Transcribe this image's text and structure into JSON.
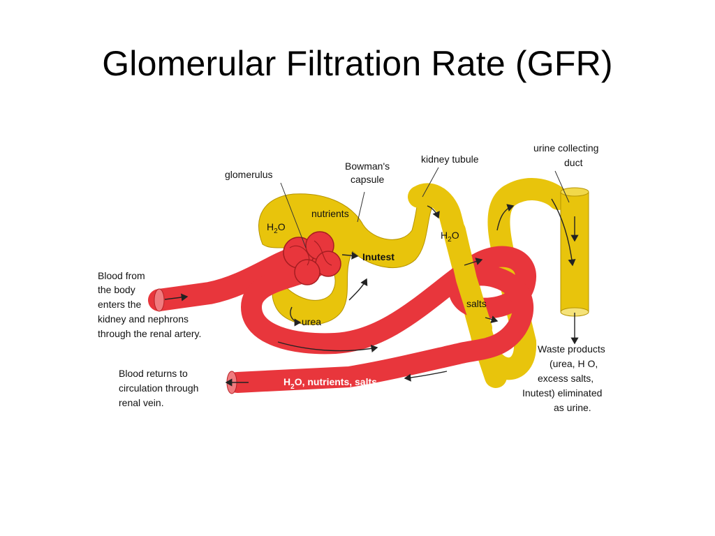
{
  "title": "Glomerular Filtration Rate (GFR)",
  "colors": {
    "blood": "#e8363c",
    "tubule": "#e8c40c",
    "outline": "#8a6d00",
    "arrow": "#222222"
  },
  "labels": {
    "glomerulus": "glomerulus",
    "bowmans_capsule_line1": "Bowman's",
    "bowmans_capsule_line2": "capsule",
    "kidney_tubule": "kidney tubule",
    "collecting_duct_line1": "urine collecting",
    "collecting_duct_line2": "duct",
    "h2o_capsule_H": "H",
    "h2o_capsule_sub": "2",
    "h2o_capsule_O": "O",
    "nutrients": "nutrients",
    "inutest": "Inutest",
    "h2o_tubule_H": "H",
    "h2o_tubule_sub": "2",
    "h2o_tubule_O": "O",
    "salts": "salts",
    "urea": "urea",
    "vein_label_H": "H",
    "vein_label_sub": "2",
    "vein_label_rest": "O, nutrients, salts",
    "blood_in": [
      "Blood from",
      "the body",
      "enters the",
      "kidney and nephrons",
      "through the renal artery."
    ],
    "blood_out": [
      "Blood returns to",
      "circulation through",
      "renal vein."
    ],
    "waste": [
      "Waste products",
      "(urea, H O,",
      "excess salts,",
      "Inutest) eliminated",
      "as urine."
    ]
  }
}
